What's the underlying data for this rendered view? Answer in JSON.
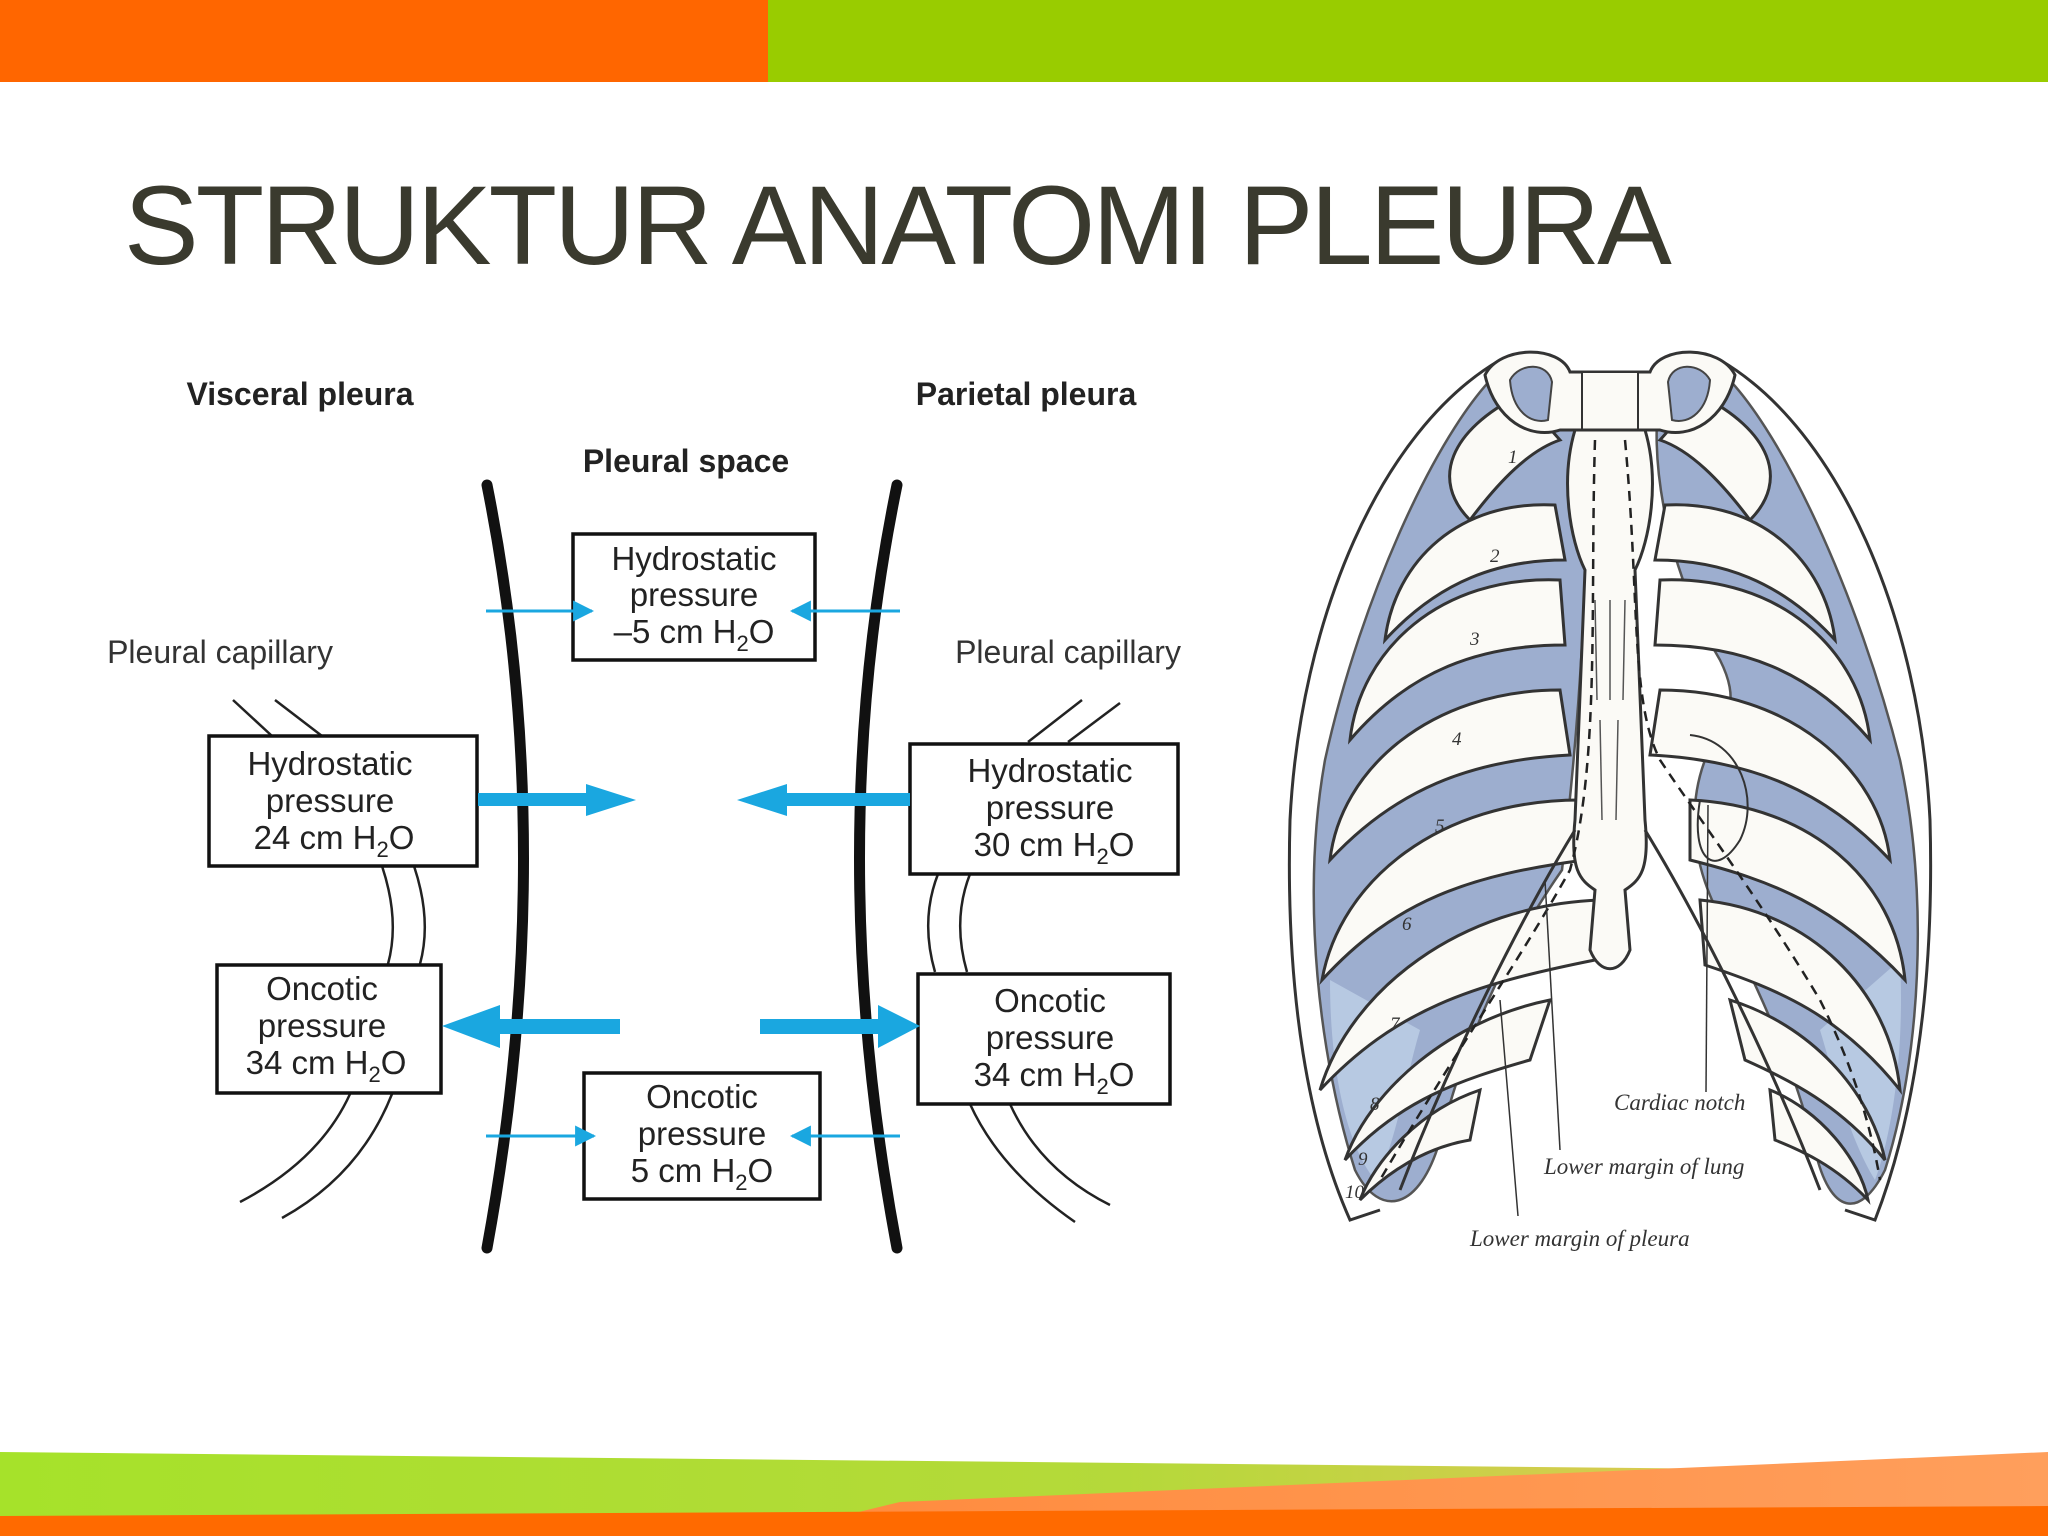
{
  "title": "STRUKTUR ANATOMI PLEURA",
  "colors": {
    "orange": "#ff6600",
    "green": "#99cc00",
    "title_text": "#3a3a2e",
    "arrow_blue": "#1aa7e0",
    "lung_blue": "#9daecf",
    "lung_light": "#b7c9e2"
  },
  "diagram": {
    "visceral_label": "Visceral pleura",
    "parietal_label": "Parietal pleura",
    "space_label": "Pleural space",
    "capillary_left_label": "Pleural capillary",
    "capillary_right_label": "Pleural capillary",
    "space_hydrostatic": {
      "line1": "Hydrostatic",
      "line2": "pressure",
      "value": "–5 cm H",
      "sub": "2",
      "end": "O"
    },
    "space_oncotic": {
      "line1": "Oncotic",
      "line2": "pressure",
      "value": "5 cm H",
      "sub": "2",
      "end": "O"
    },
    "left_hydrostatic": {
      "line1": "Hydrostatic",
      "line2": "pressure",
      "value": "24 cm H",
      "sub": "2",
      "end": "O"
    },
    "left_oncotic": {
      "line1": "Oncotic",
      "line2": "pressure",
      "value": "34 cm H",
      "sub": "2",
      "end": "O"
    },
    "right_hydrostatic": {
      "line1": "Hydrostatic",
      "line2": "pressure",
      "value": "30 cm H",
      "sub": "2",
      "end": "O"
    },
    "right_oncotic": {
      "line1": "Oncotic",
      "line2": "pressure",
      "value": "34 cm H",
      "sub": "2",
      "end": "O"
    }
  },
  "anatomy": {
    "cardiac_notch": "Cardiac notch",
    "lower_margin_lung": "Lower margin of lung",
    "lower_margin_pleura": "Lower margin of pleura",
    "ribs": [
      "1",
      "2",
      "3",
      "4",
      "5",
      "6",
      "7",
      "8",
      "9",
      "10"
    ]
  }
}
